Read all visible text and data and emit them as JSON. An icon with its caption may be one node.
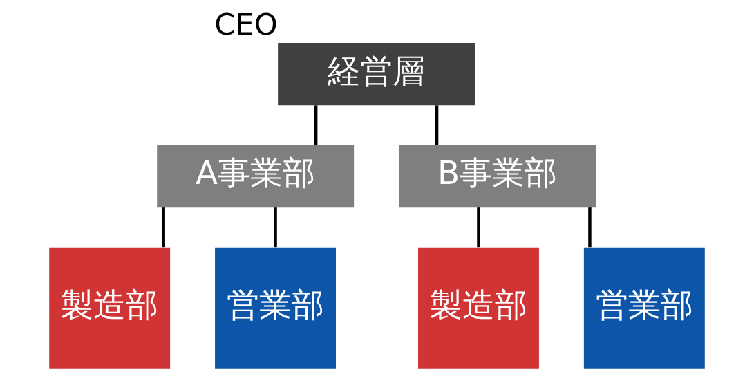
{
  "diagram": {
    "nodes": [
      {
        "text": [
          "経営層"
        ],
        "beside": [
          "CEO"
        ]
      },
      {
        "text": [
          "A事業部"
        ]
      },
      {
        "text": [
          "B事業部"
        ]
      },
      {
        "text": [
          "製造部"
        ]
      },
      {
        "text": [
          "営業部"
        ]
      },
      {
        "text": [
          "製造部"
        ]
      },
      {
        "text": [
          "営業部"
        ]
      }
    ],
    "edges": [
      {
        "from": 0,
        "to": 1,
        "arrow": "none"
      },
      {
        "from": 0,
        "to": 2,
        "arrow": "none"
      },
      {
        "from": 1,
        "to": 3,
        "arrow": "none"
      },
      {
        "from": 1,
        "to": 4,
        "arrow": "none"
      },
      {
        "from": 2,
        "to": 5,
        "arrow": "none"
      },
      {
        "from": 2,
        "to": 6,
        "arrow": "none"
      }
    ]
  }
}
